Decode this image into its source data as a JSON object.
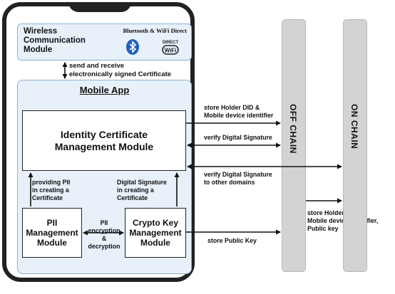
{
  "wireless": {
    "title": "Wireless Communication Module",
    "tech_label": "Bluetooth & WiFi Direct",
    "wifi_icon_top": "DIRECT",
    "wifi_icon_bottom": "WiFi"
  },
  "send_receive_label_1": "send and receive",
  "send_receive_label_2": "electronically signed  Certificate",
  "mobile_app": {
    "title": "Mobile App"
  },
  "modules": {
    "identity_line1": "Identity Certificate",
    "identity_line2": "Management Module",
    "pii_line1": "PII",
    "pii_line2": "Management",
    "pii_line3": "Module",
    "crypto_line1": "Crypto Key",
    "crypto_line2": "Management",
    "crypto_line3": "Module"
  },
  "flows": {
    "providing_pii_1": "providing PII",
    "providing_pii_2": "in creating a",
    "providing_pii_3": "Certificate",
    "digital_sig_1": "Digital Signature",
    "digital_sig_2": "in creating a",
    "digital_sig_3": "Certificate",
    "pii_enc_1": "PII",
    "pii_enc_2": "encryption",
    "pii_enc_3": "&",
    "pii_enc_4": "decryption",
    "store_holder_1": "store Holder DID &",
    "store_holder_2": "Mobile device identifier",
    "verify_sig": "verify Digital Signature",
    "verify_other_1": "verify Digital Signature",
    "verify_other_2": "to other domains",
    "store_pubkey": "store Public Key",
    "onchain_store_1": "store Holder DID,",
    "onchain_store_2": "Mobile device identifier,",
    "onchain_store_3": "Public key"
  },
  "pillars": {
    "off_chain": "OFF CHAIN",
    "on_chain": "ON CHAIN"
  },
  "colors": {
    "panel_fill": "#e8f1fa",
    "panel_border": "#8fb0cf",
    "pillar_fill": "#d3d3d3",
    "bluetooth_blue": "#1f5fbf"
  }
}
